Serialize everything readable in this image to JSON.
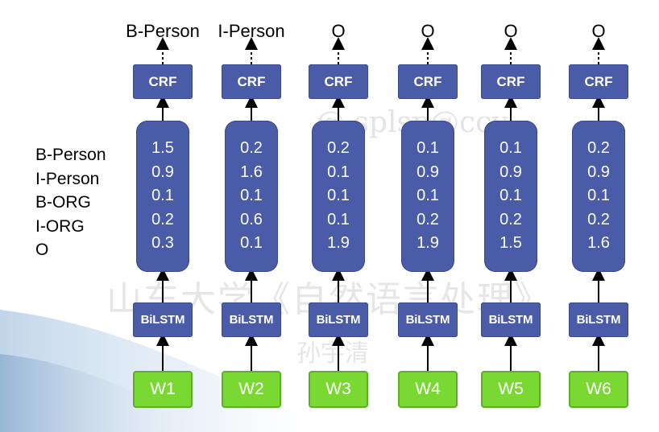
{
  "row_labels": [
    "B-Person",
    "I-Person",
    "B-ORG",
    "I-ORG",
    "O"
  ],
  "watermark": {
    "line1": "@ splsp@ccy",
    "line2": "山东大学《自然语言处理》",
    "line3": "孙宇清"
  },
  "columns": [
    {
      "tag": "B-Person",
      "crf": "CRF",
      "scores": [
        "1.5",
        "0.9",
        "0.1",
        "0.2",
        "0.3"
      ],
      "bilstm": "BiLSTM",
      "word": "W1"
    },
    {
      "tag": "I-Person",
      "crf": "CRF",
      "scores": [
        "0.2",
        "1.6",
        "0.1",
        "0.6",
        "0.1"
      ],
      "bilstm": "BiLSTM",
      "word": "W2"
    },
    {
      "tag": "O",
      "crf": "CRF",
      "scores": [
        "0.2",
        "0.1",
        "0.1",
        "0.1",
        "1.9"
      ],
      "bilstm": "BiLSTM",
      "word": "W3"
    },
    {
      "tag": "O",
      "crf": "CRF",
      "scores": [
        "0.1",
        "0.9",
        "0.1",
        "0.2",
        "1.9"
      ],
      "bilstm": "BiLSTM",
      "word": "W4"
    },
    {
      "tag": "O",
      "crf": "CRF",
      "scores": [
        "0.1",
        "0.9",
        "0.1",
        "0.2",
        "1.5"
      ],
      "bilstm": "BiLSTM",
      "word": "W5"
    },
    {
      "tag": "O",
      "crf": "CRF",
      "scores": [
        "0.2",
        "0.9",
        "0.1",
        "0.2",
        "1.6"
      ],
      "bilstm": "BiLSTM",
      "word": "W6"
    }
  ]
}
